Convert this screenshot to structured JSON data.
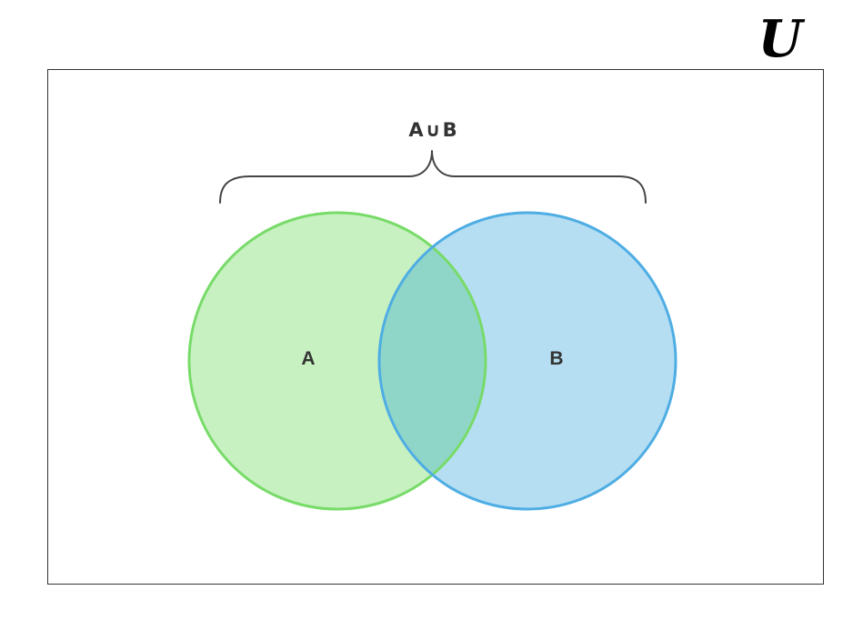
{
  "universe": {
    "symbol": "U"
  },
  "sets": [
    {
      "label": "A",
      "fill": "#c7f1c1",
      "stroke": "#78db69"
    },
    {
      "label": "B",
      "fill": "#b6def3",
      "stroke": "#4eade3"
    }
  ],
  "union": {
    "label": "A∪B"
  },
  "intersection_fill": "#8fd6c9",
  "colors": {
    "border": "#333333",
    "brace": "#444444",
    "text": "#333333"
  }
}
